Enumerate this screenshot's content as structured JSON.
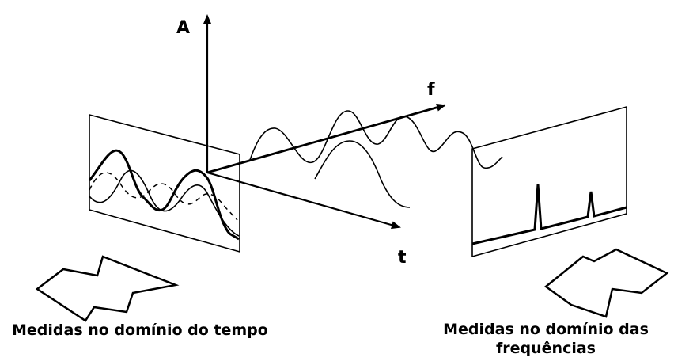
{
  "axes": {
    "amplitude_label": "A",
    "frequency_label": "f",
    "time_label": "t"
  },
  "captions": {
    "time_domain": "Medidas no domínio do tempo",
    "frequency_domain_line1": "Medidas no domínio das",
    "frequency_domain_line2": "frequências"
  },
  "colors": {
    "ink": "#000000",
    "background": "#ffffff"
  }
}
